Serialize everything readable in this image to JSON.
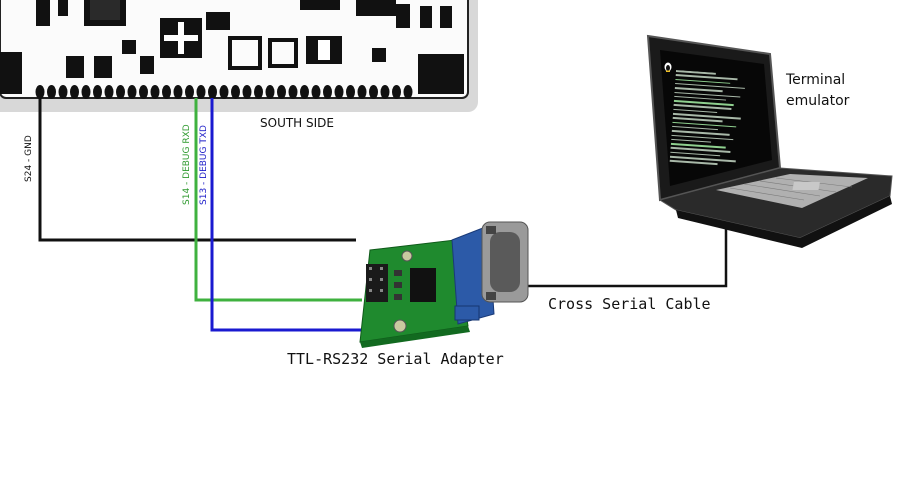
{
  "board": {
    "side_label": "SOUTH SIDE",
    "pins": [
      {
        "label": "S24 - GND",
        "color": "#111111"
      },
      {
        "label": "S14 - DEBUG RXD",
        "color": "#3aa83a"
      },
      {
        "label": "S13 - DEBUG TXD",
        "color": "#1c1cc8"
      }
    ]
  },
  "adapter": {
    "label": "TTL-RS232 Serial Adapter"
  },
  "cable": {
    "label": "Cross Serial Cable"
  },
  "laptop": {
    "label_line1": "Terminal",
    "label_line2": "emulator"
  },
  "icons": [
    "tux-logo-icon"
  ],
  "colors": {
    "gnd_wire": "#111111",
    "rxd_wire": "#3fb13f",
    "txd_wire": "#1a1ad0",
    "adapter_pcb": "#1f8a2e",
    "connector": "#2c5aa8"
  }
}
